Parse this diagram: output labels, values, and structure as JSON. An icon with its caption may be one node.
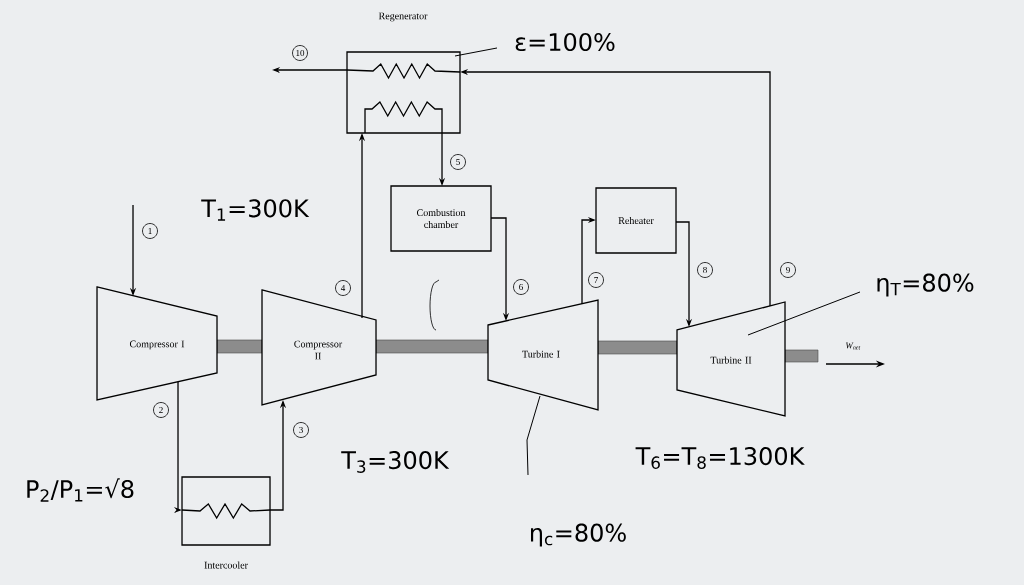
{
  "diagram": {
    "nodes": [
      {
        "text": [
          "Regenerator"
        ]
      },
      {
        "text": [
          "Combustion chamber"
        ]
      },
      {
        "text": [
          "Compressor I"
        ]
      },
      {
        "text": [
          "Compressor II"
        ]
      },
      {
        "text": [
          "Turbine I"
        ]
      },
      {
        "text": [
          "Reheater"
        ]
      },
      {
        "text": [
          "Turbine II"
        ]
      },
      {
        "text": [
          "Intercooler"
        ]
      },
      {
        "text": [
          "ε=100%"
        ]
      },
      {
        "text": [
          "η$_{T}$=80%"
        ]
      },
      {
        "text": [
          "η$_{c}$=80%"
        ]
      }
    ],
    "edges": [
      {
        "from": null,
        "to": 2,
        "arrow": "to",
        "label": "1"
      },
      {
        "from": 2,
        "to": 7,
        "arrow": "to",
        "label": "2"
      },
      {
        "from": 7,
        "to": 3,
        "arrow": "to",
        "label": "3"
      },
      {
        "from": 3,
        "to": 0,
        "arrow": "to",
        "label": "4"
      },
      {
        "from": 0,
        "to": 1,
        "arrow": "to",
        "label": "5"
      },
      {
        "from": 1,
        "to": 4,
        "arrow": "to",
        "label": "6"
      },
      {
        "from": 4,
        "to": 5,
        "arrow": "to",
        "label": "7"
      },
      {
        "from": 5,
        "to": 6,
        "arrow": "to",
        "label": "8"
      },
      {
        "from": 6,
        "to": 0,
        "arrow": "to",
        "label": "9"
      },
      {
        "from": 0,
        "to": null,
        "arrow": "to",
        "label": "10"
      },
      {
        "from": 8,
        "to": 0,
        "arrow": "none"
      },
      {
        "from": 9,
        "to": 6,
        "arrow": "none"
      },
      {
        "from": 10,
        "to": 4,
        "arrow": "none"
      }
    ],
    "labels": [
      "T$_{1}$=300K",
      "W$_{net}$",
      "P$_{2}$/P$_{1}$=√8",
      "T$_{3}$=300K",
      "T$_{6}$=T$_{8}$=1300K"
    ]
  }
}
